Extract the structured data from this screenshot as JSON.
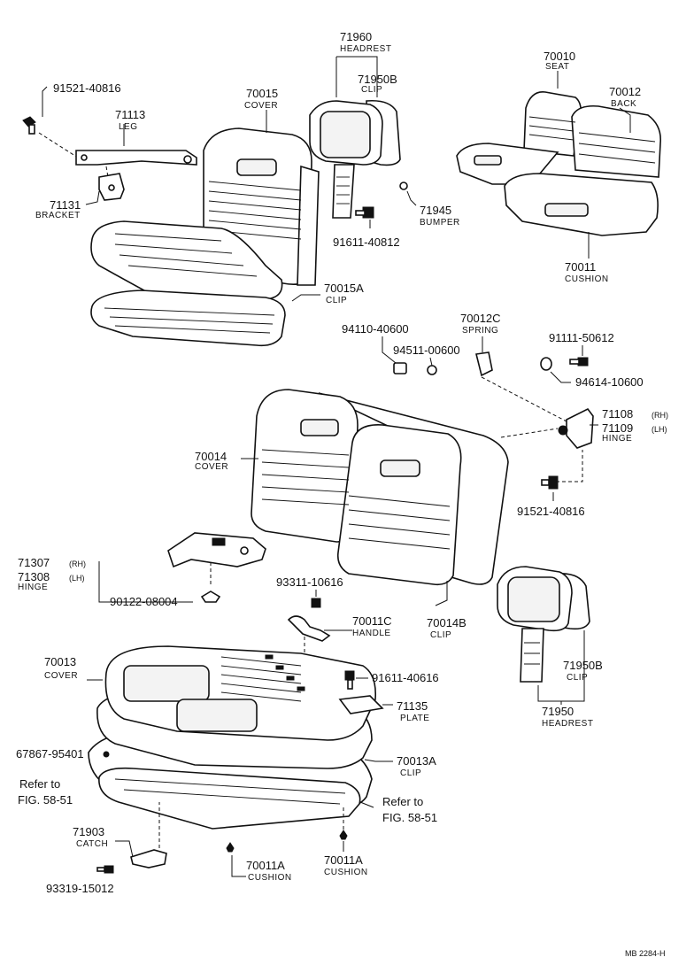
{
  "diagram": {
    "code": "MB 2284-H",
    "labels": {
      "p_91521_40816_top": "91521-40816",
      "p_71113": "71113",
      "n_leg": "LEG",
      "p_71131": "71131",
      "n_bracket": "BRACKET",
      "p_70015": "70015",
      "n_cover_70015": "COVER",
      "p_70015A": "70015A",
      "n_clip_70015A": "CLIP",
      "p_71960": "71960",
      "n_headrest_71960": "HEADREST",
      "p_71950B_top": "71950B",
      "n_clip_71950B_top": "CLIP",
      "p_71945": "71945",
      "n_bumper": "BUMPER",
      "p_91611_40812": "91611-40812",
      "p_70010": "70010",
      "n_seat": "SEAT",
      "p_70012": "70012",
      "n_back": "BACK",
      "p_70011": "70011",
      "n_cushion_70011": "CUSHION",
      "p_94110_40600": "94110-40600",
      "p_94511_00600": "94511-00600",
      "p_70012C": "70012C",
      "n_spring": "SPRING",
      "p_91111_50612": "91111-50612",
      "p_94614_10600": "94614-10600",
      "p_71108": "71108",
      "t_rh_71108": "(RH)",
      "p_71109": "71109",
      "t_lh_71109": "(LH)",
      "n_hinge_71108": "HINGE",
      "p_91521_40816_mid": "91521-40816",
      "p_70014": "70014",
      "n_cover_70014": "COVER",
      "p_70014B": "70014B",
      "n_clip_70014B": "CLIP",
      "p_71307": "71307",
      "t_rh_71307": "(RH)",
      "p_71308": "71308",
      "t_lh_71308": "(LH)",
      "n_hinge_71307": "HINGE",
      "p_90122_08004": "90122-08004",
      "p_93311_10616": "93311-10616",
      "p_70011C": "70011C",
      "n_handle": "HANDLE",
      "p_71950B_bot": "71950B",
      "n_clip_71950B_bot": "CLIP",
      "p_71950_bot": "71950",
      "n_headrest_71950_bot": "HEADREST",
      "p_70013": "70013",
      "n_cover_70013": "COVER",
      "p_91611_40616": "91611-40616",
      "p_71135": "71135",
      "n_plate": "PLATE",
      "p_67867_95401": "67867-95401",
      "p_70013A": "70013A",
      "n_clip_70013A": "CLIP",
      "t_refer_left_1": "Refer to",
      "t_refer_left_2": "FIG. 58-51",
      "t_refer_right_1": "Refer to",
      "t_refer_right_2": "FIG. 58-51",
      "p_71903": "71903",
      "n_catch": "CATCH",
      "p_93319_15012": "93319-15012",
      "p_70011A_left": "70011A",
      "n_cushion_70011A_left": "CUSHION",
      "p_70011A_right": "70011A",
      "n_cushion_70011A_right": "CUSHION"
    }
  }
}
